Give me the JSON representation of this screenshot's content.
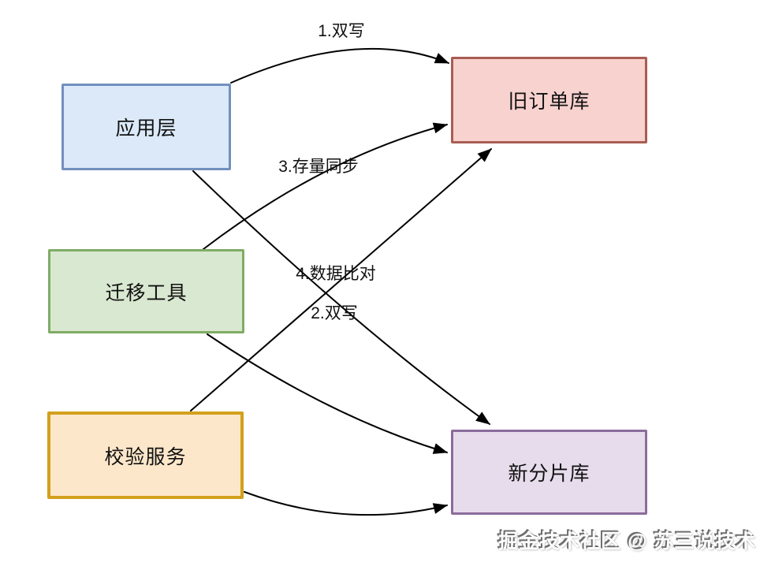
{
  "diagram": {
    "background_color": "#ffffff",
    "line_color": "#000000",
    "nodes": [
      {
        "id": "app-layer",
        "label": "应用层",
        "fill": "#dbe9f8",
        "border": "#7190bd"
      },
      {
        "id": "old-order-db",
        "label": "旧订单库",
        "fill": "#f8d2cf",
        "border": "#a95d53"
      },
      {
        "id": "migration-tool",
        "label": "迁移工具",
        "fill": "#d9e8d1",
        "border": "#80ac64"
      },
      {
        "id": "validation-service",
        "label": "校验服务",
        "fill": "#fde7ca",
        "border": "#d3a01c"
      },
      {
        "id": "new-shard-db",
        "label": "新分片库",
        "fill": "#e7dcec",
        "border": "#8b6c9c"
      }
    ],
    "edges": [
      {
        "from": "应用层",
        "to": "旧订单库",
        "label": "1.双写"
      },
      {
        "from": "应用层",
        "to": "新分片库",
        "label": "2.双写"
      },
      {
        "from": "迁移工具",
        "to": "旧订单库",
        "label": "3.存量同步"
      },
      {
        "from": "校验服务",
        "to": "旧订单库",
        "label": "4.数据比对"
      },
      {
        "from": "迁移工具",
        "to": "新分片库",
        "label": ""
      },
      {
        "from": "校验服务",
        "to": "新分片库",
        "label": ""
      }
    ],
    "watermark": "掘金技术社区 @ 苏三说技术"
  }
}
